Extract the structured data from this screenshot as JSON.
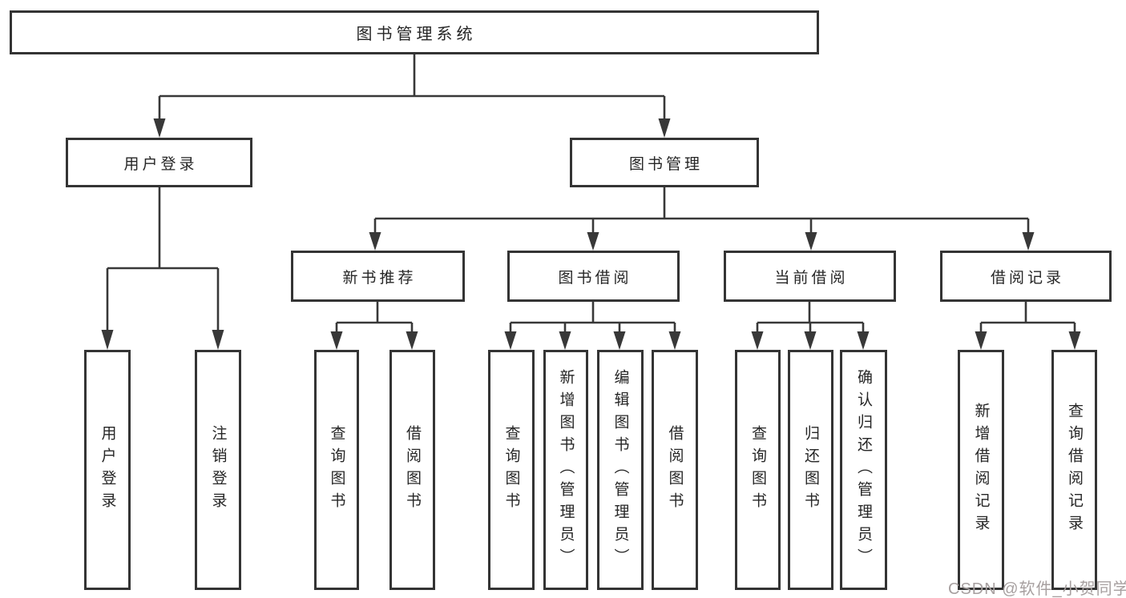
{
  "diagram": {
    "title": "图书管理系统",
    "root": {
      "label": "图书管理系统"
    },
    "level2": [
      {
        "id": "user-login",
        "label": "用户登录",
        "parent": "root"
      },
      {
        "id": "book-management",
        "label": "图书管理",
        "parent": "root"
      }
    ],
    "level3": [
      {
        "id": "new-book-recommend",
        "label": "新书推荐",
        "parent": "book-management"
      },
      {
        "id": "book-borrow",
        "label": "图书借阅",
        "parent": "book-management"
      },
      {
        "id": "current-borrow",
        "label": "当前借阅",
        "parent": "book-management"
      },
      {
        "id": "borrow-records",
        "label": "借阅记录",
        "parent": "book-management"
      }
    ],
    "level4": [
      {
        "id": "leaf-user-login",
        "label": "用户登录",
        "parent": "user-login"
      },
      {
        "id": "leaf-logout",
        "label": "注销登录",
        "parent": "user-login"
      },
      {
        "id": "leaf-query-books-1",
        "label": "查询图书",
        "parent": "new-book-recommend"
      },
      {
        "id": "leaf-borrow-books-1",
        "label": "借阅图书",
        "parent": "new-book-recommend"
      },
      {
        "id": "leaf-query-books-2",
        "label": "查询图书",
        "parent": "book-borrow"
      },
      {
        "id": "leaf-add-book-admin",
        "label": "新增图书（管理员）",
        "parent": "book-borrow"
      },
      {
        "id": "leaf-edit-book-admin",
        "label": "编辑图书（管理员）",
        "parent": "book-borrow"
      },
      {
        "id": "leaf-borrow-books-2",
        "label": "借阅图书",
        "parent": "book-borrow"
      },
      {
        "id": "leaf-query-books-3",
        "label": "查询图书",
        "parent": "current-borrow"
      },
      {
        "id": "leaf-return-book",
        "label": "归还图书",
        "parent": "current-borrow"
      },
      {
        "id": "leaf-confirm-return-admin",
        "label": "确认归还（管理员）",
        "parent": "current-borrow"
      },
      {
        "id": "leaf-add-borrow-record",
        "label": "新增借阅记录",
        "parent": "borrow-records"
      },
      {
        "id": "leaf-query-borrow-record",
        "label": "查询借阅记录",
        "parent": "borrow-records"
      }
    ]
  },
  "watermark": {
    "text": "CSDN @软件_小贺同学"
  },
  "colors": {
    "background": "#ffffff",
    "line": "#383838",
    "box_border": "#343434",
    "text": "#262626",
    "watermark": "#a7a0a0"
  }
}
